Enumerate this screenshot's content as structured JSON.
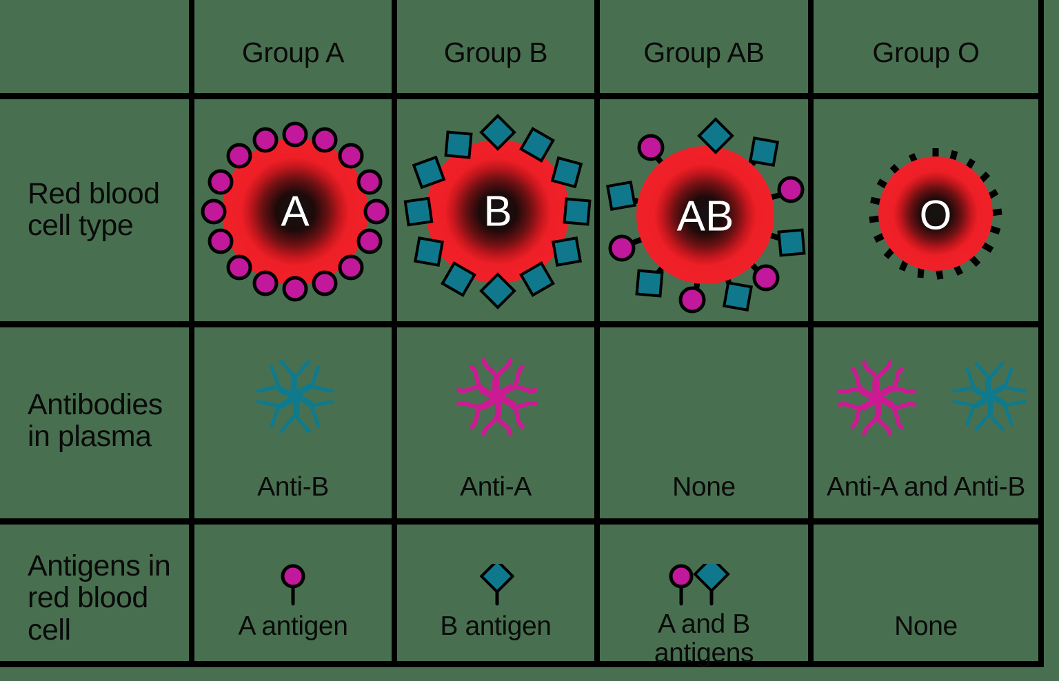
{
  "chart_data": {
    "type": "table",
    "title": "ABO blood group system",
    "background_color": "#487050",
    "line_color": "#000000",
    "antigen_a_color": "#C2189B",
    "antigen_b_color": "#10788C",
    "antibody_a_color": "#CC1B92",
    "antibody_b_color": "#107A8C",
    "cell_color": "#ED1C24",
    "columns": [
      "Group A",
      "Group B",
      "Group AB",
      "Group O"
    ],
    "rows": [
      "Red blood cell type",
      "Antibodies in plasma",
      "Antigens in red blood cell"
    ],
    "cells": {
      "red_blood_cell_type": [
        "A",
        "B",
        "AB",
        "O"
      ],
      "antibodies_in_plasma": [
        "Anti-B",
        "Anti-A",
        "None",
        "Anti-A and Anti-B"
      ],
      "antigens_in_red_blood_cell": [
        "A antigen",
        "B antigen",
        "A and B antigens",
        "None"
      ]
    }
  },
  "table": {
    "headers": [
      {
        "label": "Group A"
      },
      {
        "label": "Group B"
      },
      {
        "label": "Group AB"
      },
      {
        "label": "Group O"
      }
    ],
    "row_labels": [
      {
        "label": "Red blood\ncell type"
      },
      {
        "label": "Antibodies\nin plasma"
      },
      {
        "label": "Antigens in\nred blood\ncell"
      }
    ],
    "cell_letters": [
      {
        "letter": "A"
      },
      {
        "letter": "B"
      },
      {
        "letter": "AB"
      },
      {
        "letter": "O"
      }
    ],
    "antibody_captions": [
      {
        "label": "Anti-B"
      },
      {
        "label": "Anti-A"
      },
      {
        "label": "None"
      },
      {
        "label": "Anti-A and Anti-B"
      }
    ],
    "antigen_captions": [
      {
        "label": "A antigen"
      },
      {
        "label": "B antigen"
      },
      {
        "label": "A and B\nantigens"
      },
      {
        "label": "None"
      }
    ]
  }
}
